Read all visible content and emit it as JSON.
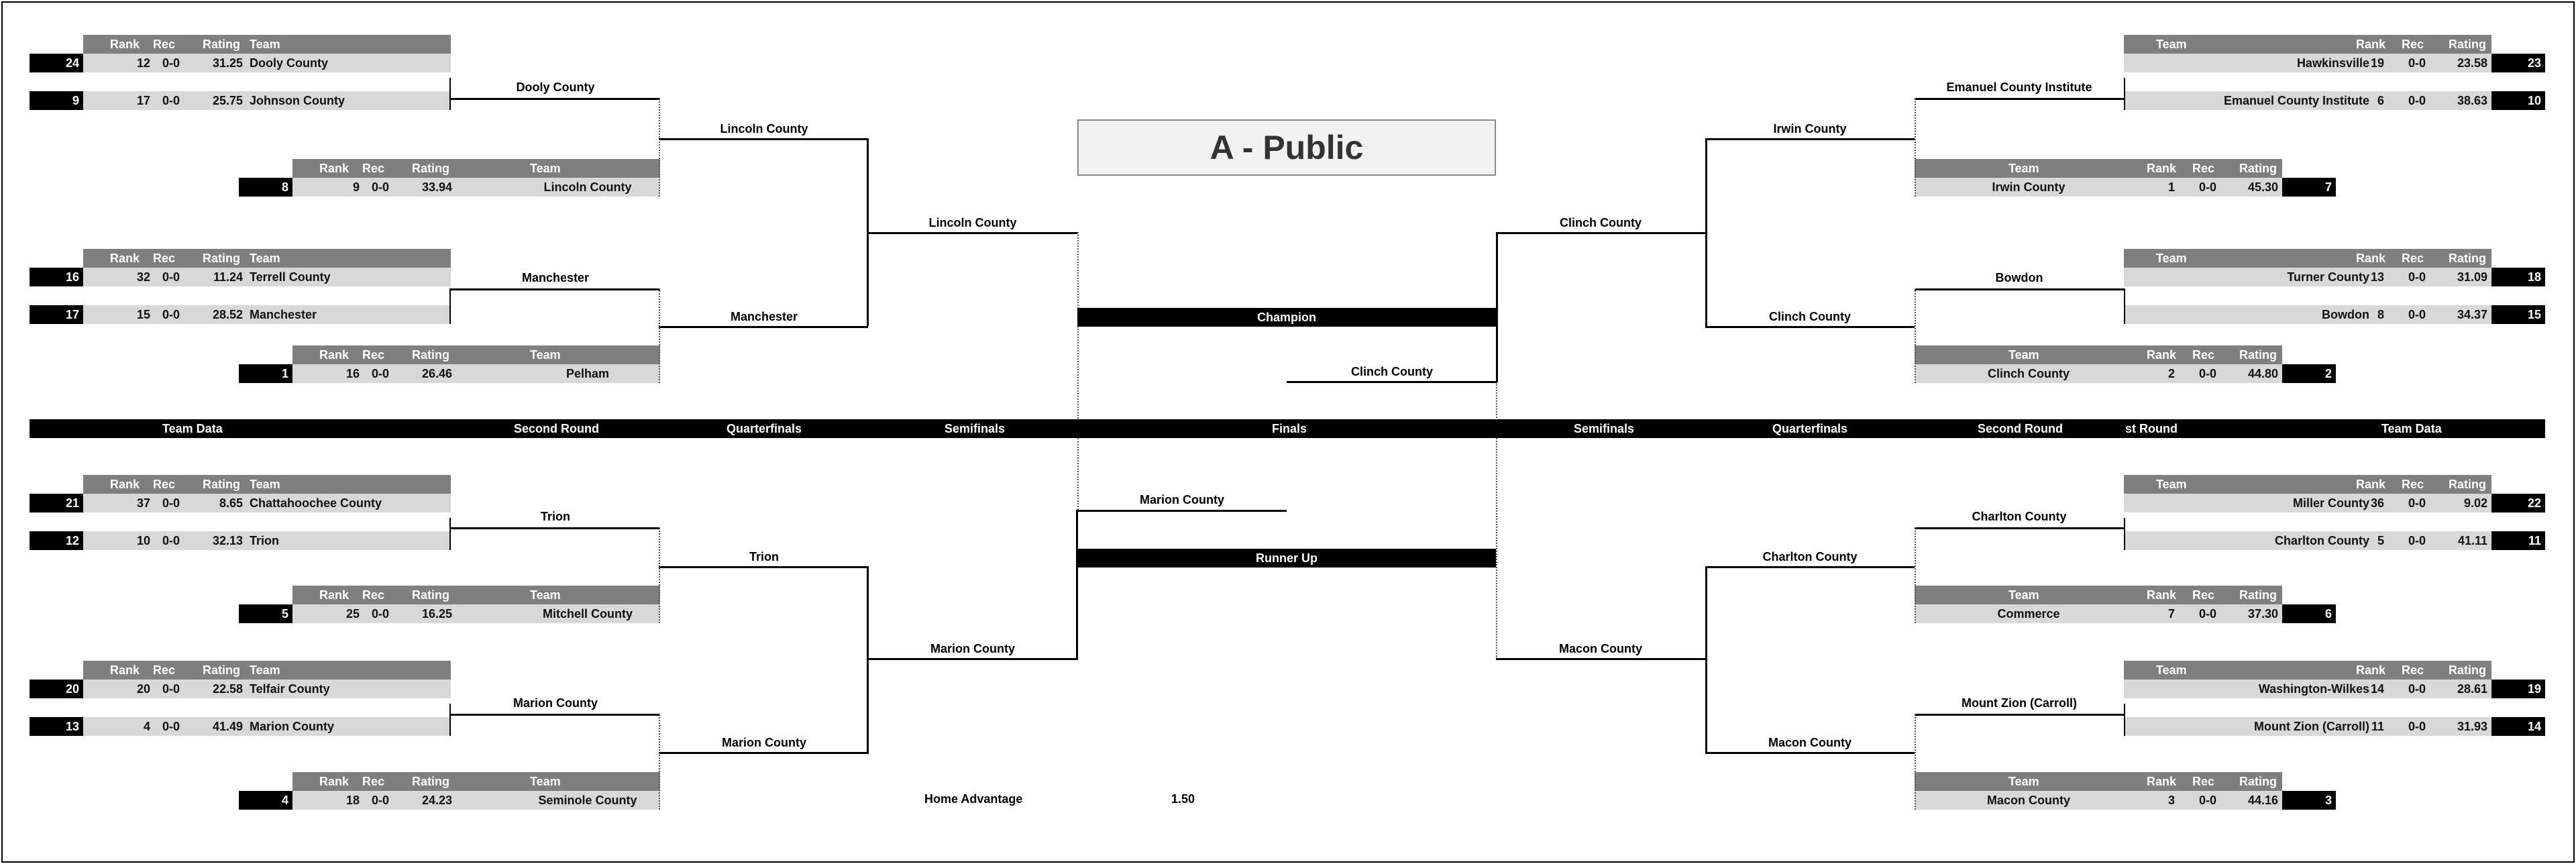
{
  "title": "A - Public",
  "headers": {
    "rank": "Rank",
    "rec": "Rec",
    "rating": "Rating",
    "team": "Team"
  },
  "round_bar": [
    "Team Data",
    "Second Round",
    "Quarterfinals",
    "Semifinals",
    "Finals",
    "Semifinals",
    "Quarterfinals",
    "Second Round",
    "st Round",
    "Team Data"
  ],
  "champion_label": "Champion",
  "runner_up_label": "Runner Up",
  "champion": "Clinch County",
  "runner_up": "Marion County",
  "home_advantage": {
    "label": "Home Advantage",
    "value": "1.50"
  },
  "left_teams": [
    {
      "seed": "24",
      "rank": "12",
      "rec": "0-0",
      "rating": "31.25",
      "team": "Dooly County"
    },
    {
      "seed": "9",
      "rank": "17",
      "rec": "0-0",
      "rating": "25.75",
      "team": "Johnson County"
    },
    {
      "seed": "8",
      "rank": "9",
      "rec": "0-0",
      "rating": "33.94",
      "team": "Lincoln County"
    },
    {
      "seed": "16",
      "rank": "32",
      "rec": "0-0",
      "rating": "11.24",
      "team": "Terrell County"
    },
    {
      "seed": "17",
      "rank": "15",
      "rec": "0-0",
      "rating": "28.52",
      "team": "Manchester"
    },
    {
      "seed": "1",
      "rank": "16",
      "rec": "0-0",
      "rating": "26.46",
      "team": "Pelham"
    },
    {
      "seed": "21",
      "rank": "37",
      "rec": "0-0",
      "rating": "8.65",
      "team": "Chattahoochee County"
    },
    {
      "seed": "12",
      "rank": "10",
      "rec": "0-0",
      "rating": "32.13",
      "team": "Trion"
    },
    {
      "seed": "5",
      "rank": "25",
      "rec": "0-0",
      "rating": "16.25",
      "team": "Mitchell County"
    },
    {
      "seed": "20",
      "rank": "20",
      "rec": "0-0",
      "rating": "22.58",
      "team": "Telfair County"
    },
    {
      "seed": "13",
      "rank": "4",
      "rec": "0-0",
      "rating": "41.49",
      "team": "Marion County"
    },
    {
      "seed": "4",
      "rank": "18",
      "rec": "0-0",
      "rating": "24.23",
      "team": "Seminole County"
    }
  ],
  "right_teams": [
    {
      "seed": "23",
      "rank": "19",
      "rec": "0-0",
      "rating": "23.58",
      "team": "Hawkinsville"
    },
    {
      "seed": "10",
      "rank": "6",
      "rec": "0-0",
      "rating": "38.63",
      "team": "Emanuel County Institute"
    },
    {
      "seed": "7",
      "rank": "1",
      "rec": "0-0",
      "rating": "45.30",
      "team": "Irwin County"
    },
    {
      "seed": "18",
      "rank": "13",
      "rec": "0-0",
      "rating": "31.09",
      "team": "Turner County"
    },
    {
      "seed": "15",
      "rank": "8",
      "rec": "0-0",
      "rating": "34.37",
      "team": "Bowdon"
    },
    {
      "seed": "2",
      "rank": "2",
      "rec": "0-0",
      "rating": "44.80",
      "team": "Clinch County"
    },
    {
      "seed": "22",
      "rank": "36",
      "rec": "0-0",
      "rating": "9.02",
      "team": "Miller County"
    },
    {
      "seed": "11",
      "rank": "5",
      "rec": "0-0",
      "rating": "41.11",
      "team": "Charlton County"
    },
    {
      "seed": "6",
      "rank": "7",
      "rec": "0-0",
      "rating": "37.30",
      "team": "Commerce"
    },
    {
      "seed": "19",
      "rank": "14",
      "rec": "0-0",
      "rating": "28.61",
      "team": "Washington-Wilkes"
    },
    {
      "seed": "14",
      "rank": "11",
      "rec": "0-0",
      "rating": "31.93",
      "team": "Mount Zion (Carroll)"
    },
    {
      "seed": "3",
      "rank": "3",
      "rec": "0-0",
      "rating": "44.16",
      "team": "Macon County"
    }
  ],
  "winners": {
    "L_R2": [
      "Dooly County",
      "Manchester",
      "Trion",
      "Marion County"
    ],
    "L_QF": [
      "Lincoln County",
      "Manchester",
      "Trion",
      "Marion County"
    ],
    "L_SF": [
      "Lincoln County",
      "Marion County"
    ],
    "L_F": "Marion County",
    "R_R2": [
      "Emanuel County Institute",
      "Bowdon",
      "Charlton County",
      "Mount Zion (Carroll)"
    ],
    "R_QF": [
      "Irwin County",
      "Clinch County",
      "Charlton County",
      "Macon County"
    ],
    "R_SF": [
      "Clinch County",
      "Macon County"
    ],
    "R_F": "Clinch County"
  }
}
